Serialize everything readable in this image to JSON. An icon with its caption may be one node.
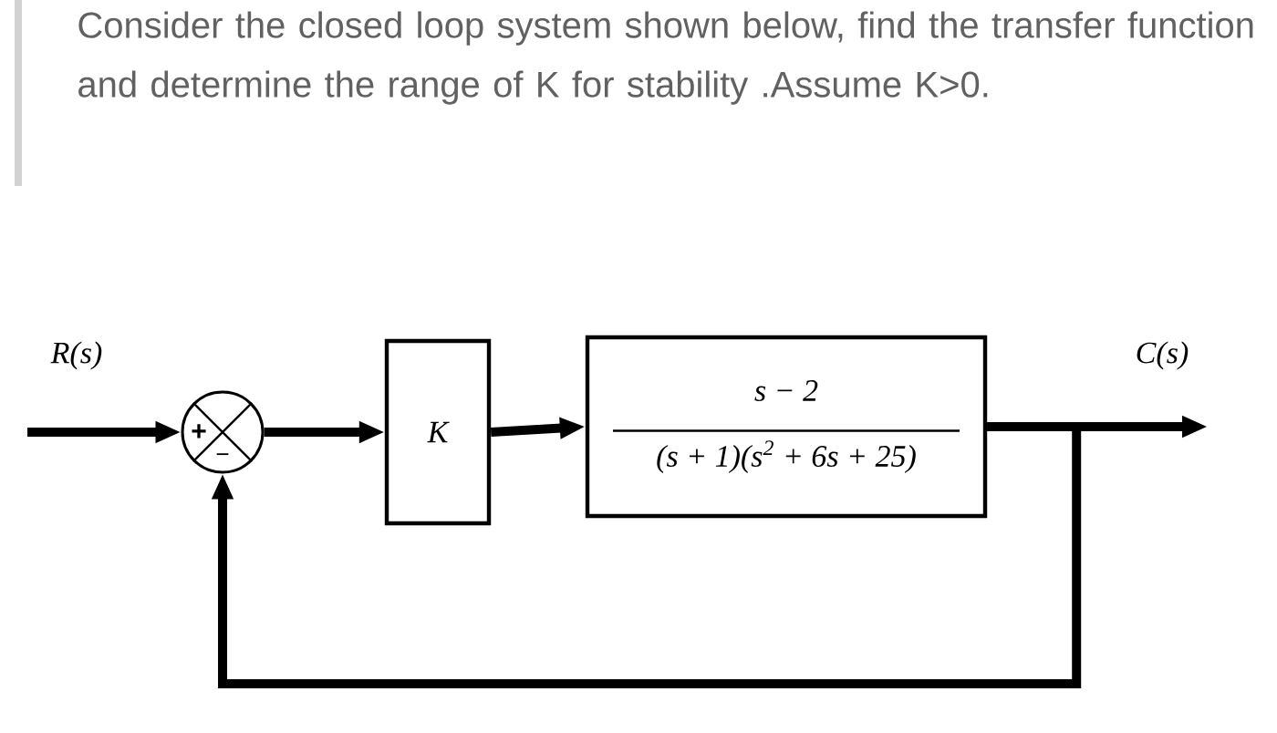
{
  "diagram": {
    "title": "Consider the closed loop system shown below, find the transfer function and determine the range of K for stability .Assume K>0.",
    "nodes": [
      {
        "text": [
          "+",
          "−"
        ]
      },
      {
        "text": [
          "K"
        ]
      },
      {
        "text": [
          "s − 2",
          "(s + 1)(s$^{2}$ + 6s + 25)"
        ]
      }
    ],
    "edges": [
      {
        "from": null,
        "to": 0,
        "arrow": "to",
        "label": "R(s)"
      },
      {
        "from": 0,
        "to": 1,
        "arrow": "to"
      },
      {
        "from": 1,
        "to": 2,
        "arrow": "to"
      },
      {
        "from": 2,
        "to": null,
        "arrow": "to",
        "label": "C(s)"
      },
      {
        "from": 2,
        "to": 0,
        "arrow": "to"
      }
    ]
  }
}
